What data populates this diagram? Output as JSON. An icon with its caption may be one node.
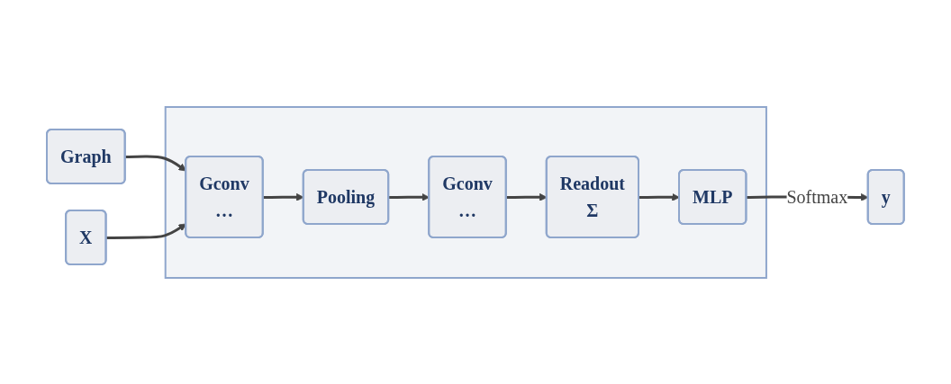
{
  "diagram": {
    "nodes": [
      {
        "text": [],
        "shape": "box"
      },
      {
        "text": [
          "Graph"
        ]
      },
      {
        "text": [
          "X"
        ]
      },
      {
        "text": [
          "Gconv",
          "…"
        ],
        "in": 0
      },
      {
        "text": [
          "Pooling"
        ],
        "in": 0
      },
      {
        "text": [
          "Gconv",
          "…"
        ],
        "in": 0
      },
      {
        "text": [
          "Readout",
          "Σ"
        ],
        "in": 0
      },
      {
        "text": [
          "MLP"
        ],
        "in": 0
      },
      {
        "text": [
          "y"
        ]
      }
    ],
    "edges": [
      {
        "from": 1,
        "to": 3,
        "arrow": "to"
      },
      {
        "from": 2,
        "to": 3,
        "arrow": "to"
      },
      {
        "from": 3,
        "to": 4,
        "arrow": "to"
      },
      {
        "from": 4,
        "to": 5,
        "arrow": "to"
      },
      {
        "from": 5,
        "to": 6,
        "arrow": "to"
      },
      {
        "from": 6,
        "to": 7,
        "arrow": "to"
      },
      {
        "from": 7,
        "to": 8,
        "label": "Softmax",
        "arrow": "to"
      }
    ]
  }
}
